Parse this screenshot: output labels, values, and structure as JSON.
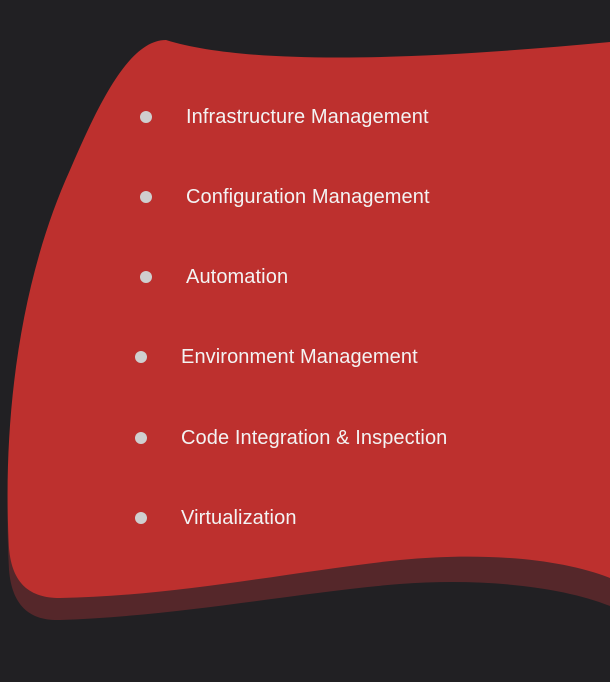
{
  "colors": {
    "background": "#212023",
    "banner": "#bd302e",
    "banner_shadow": "#55272a",
    "bullet": "#cfcfcf",
    "text": "#f3f3f3"
  },
  "list": {
    "items": [
      {
        "label": "Infrastructure Management",
        "icon": "bullet-dot"
      },
      {
        "label": "Configuration Management",
        "icon": "bullet-dot"
      },
      {
        "label": "Automation",
        "icon": "bullet-dot"
      },
      {
        "label": "Environment Management",
        "icon": "bullet-dot"
      },
      {
        "label": "Code Integration & Inspection",
        "icon": "bullet-dot"
      },
      {
        "label": "Virtualization",
        "icon": "bullet-dot"
      }
    ]
  }
}
